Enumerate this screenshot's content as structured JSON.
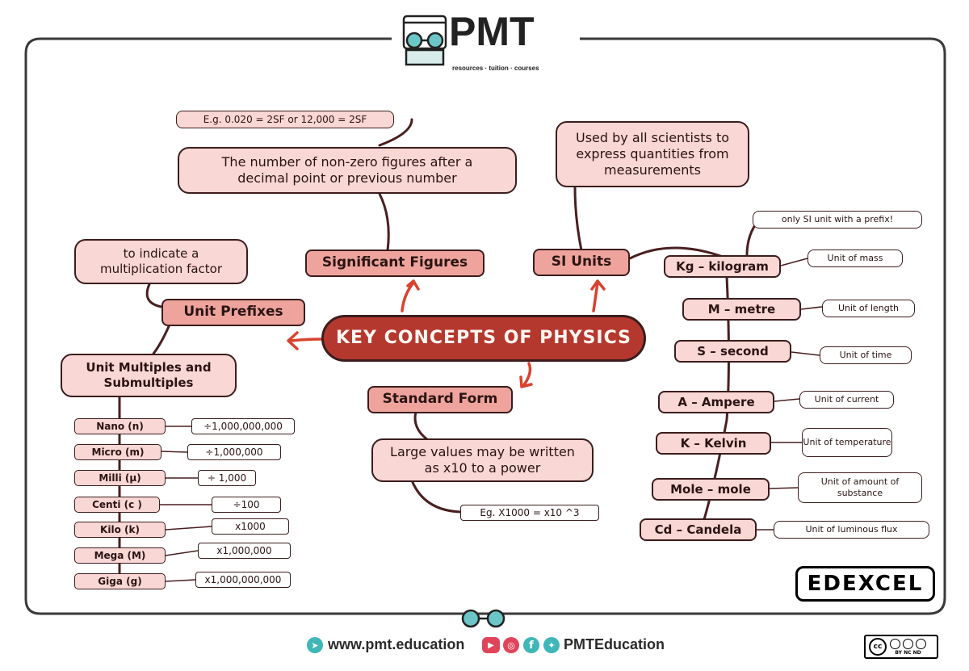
{
  "logo": {
    "text": "PMT",
    "tagline": "resources · tuition · courses"
  },
  "center": "KEY CONCEPTS OF PHYSICS",
  "sig_figs": {
    "title": "Significant Figures",
    "definition": "The number of non-zero figures after a decimal point or previous number",
    "example": "E.g. 0.020 = 2SF or 12,000 = 2SF"
  },
  "si_units": {
    "title": "SI Units",
    "definition": "Used by all scientists to express quantities from measurements",
    "prefix_note": "only SI unit with a prefix!",
    "units": [
      {
        "name": "Kg – kilogram",
        "desc": "Unit of mass"
      },
      {
        "name": "M – metre",
        "desc": "Unit of length"
      },
      {
        "name": "S – second",
        "desc": "Unit of time"
      },
      {
        "name": "A – Ampere",
        "desc": "Unit of current"
      },
      {
        "name": "K – Kelvin",
        "desc": "Unit of temperature"
      },
      {
        "name": "Mole – mole",
        "desc": "Unit of amount of substance"
      },
      {
        "name": "Cd – Candela",
        "desc": "Unit of luminous flux"
      }
    ]
  },
  "unit_prefixes": {
    "title": "Unit Prefixes",
    "definition": "to indicate a multiplication factor",
    "multiples_title": "Unit Multiples and Submultiples",
    "items": [
      {
        "name": "Nano (n)",
        "value": "÷1,000,000,000"
      },
      {
        "name": "Micro (m)",
        "value": "÷1,000,000"
      },
      {
        "name": "Milli (μ)",
        "value": "÷ 1,000"
      },
      {
        "name": "Centi (c )",
        "value": "÷100"
      },
      {
        "name": "Kilo (k)",
        "value": "x1000"
      },
      {
        "name": "Mega (M)",
        "value": "x1,000,000"
      },
      {
        "name": "Giga (g)",
        "value": "x1,000,000,000"
      }
    ]
  },
  "standard_form": {
    "title": "Standard Form",
    "definition": "Large values may be written as x10 to a power",
    "example": "Eg. X1000 = x10 ^3"
  },
  "board": "EDEXCEL",
  "footer": {
    "website": "www.pmt.education",
    "social": "PMTEducation",
    "license": "BY NC ND"
  },
  "colors": {
    "dark": "#b5382f",
    "mid": "#eea49c",
    "light": "#f9d7d4",
    "line": "#4a1f1f"
  }
}
